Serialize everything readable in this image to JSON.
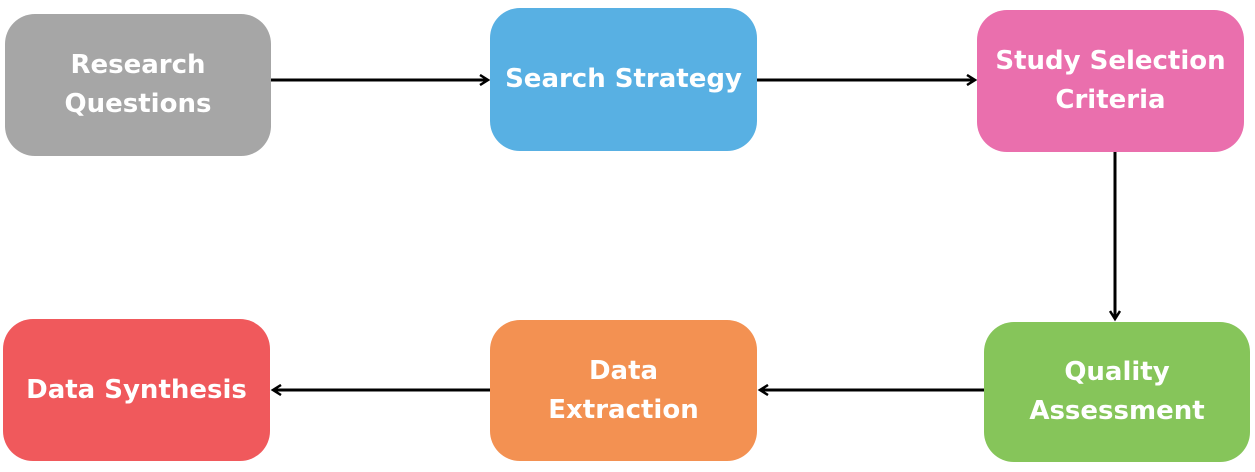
{
  "diagram": {
    "nodes": {
      "research_questions": {
        "lines": [
          "Research",
          "Questions"
        ],
        "color": "#a6a6a6"
      },
      "search_strategy": {
        "lines": [
          "Search Strategy"
        ],
        "color": "#58b0e3"
      },
      "study_selection": {
        "lines": [
          "Study Selection",
          "Criteria"
        ],
        "color": "#ea6fad"
      },
      "quality_assessment": {
        "lines": [
          "Quality",
          "Assessment"
        ],
        "color": "#86c55a"
      },
      "data_extraction": {
        "lines": [
          "Data",
          "Extraction"
        ],
        "color": "#f39152"
      },
      "data_synthesis": {
        "lines": [
          "Data Synthesis"
        ],
        "color": "#f0595c"
      }
    },
    "edges": [
      {
        "from": "research_questions",
        "to": "search_strategy"
      },
      {
        "from": "search_strategy",
        "to": "study_selection"
      },
      {
        "from": "study_selection",
        "to": "quality_assessment"
      },
      {
        "from": "quality_assessment",
        "to": "data_extraction"
      },
      {
        "from": "data_extraction",
        "to": "data_synthesis"
      }
    ],
    "arrow_color": "#000000"
  }
}
